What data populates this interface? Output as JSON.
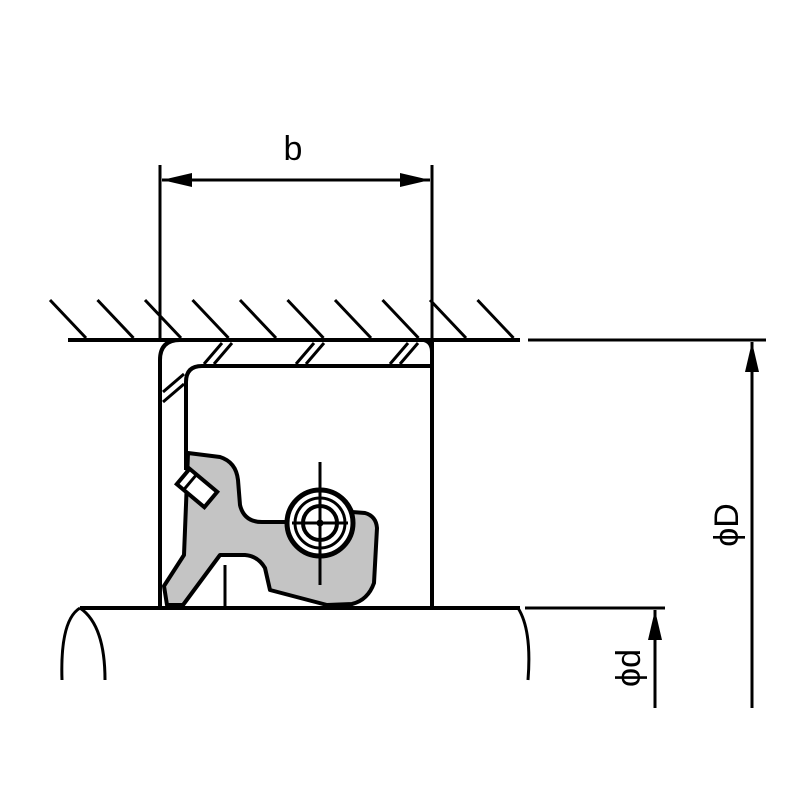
{
  "diagram": {
    "dimensions": {
      "width_label": "b",
      "outer_diameter_label": "ϕD",
      "inner_diameter_label": "ϕd"
    },
    "colors": {
      "line": "#000000",
      "rubber_fill": "#c4c4c4",
      "background": "#ffffff"
    }
  }
}
